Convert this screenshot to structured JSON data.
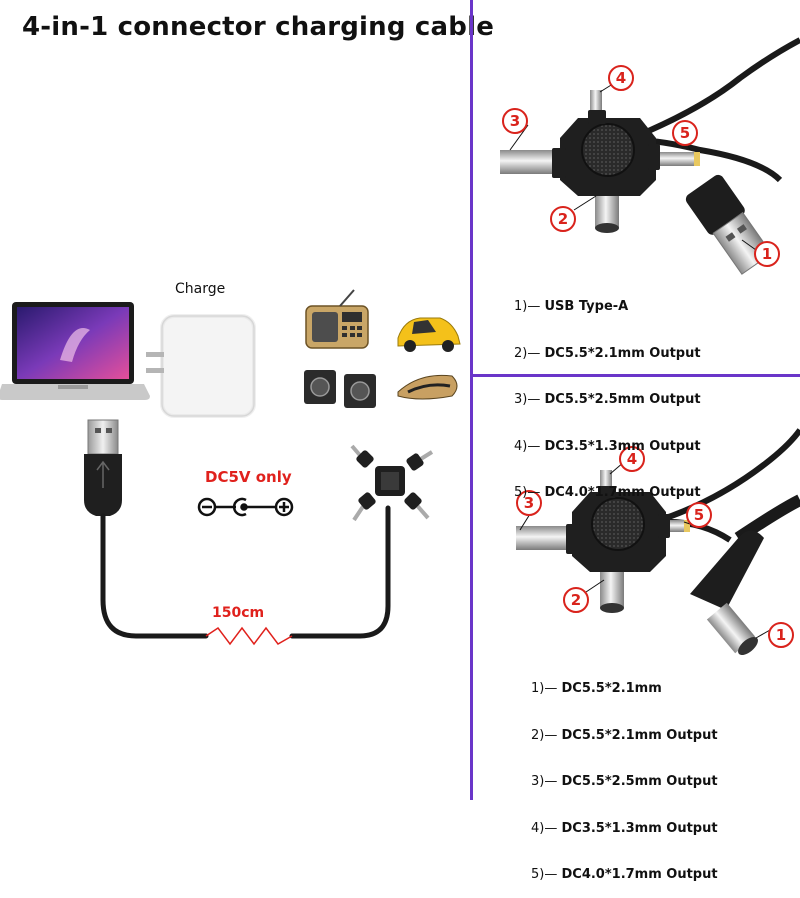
{
  "title": "4-in-1 connector charging cable",
  "left_panel": {
    "charge_label": "Charge",
    "voltage_label": "DC5V only",
    "length_label": "150cm"
  },
  "top_right": {
    "callouts": [
      "1",
      "2",
      "3",
      "4",
      "5"
    ],
    "specs": [
      {
        "num": "1)— ",
        "text": "USB Type-A"
      },
      {
        "num": "2)— ",
        "text": "DC5.5*2.1mm Output"
      },
      {
        "num": "3)— ",
        "text": "DC5.5*2.5mm Output"
      },
      {
        "num": "4)— ",
        "text": "DC3.5*1.3mm Output"
      },
      {
        "num": "5)— ",
        "text": "DC4.0*1.7mm Output"
      }
    ]
  },
  "bottom_right": {
    "callouts": [
      "1",
      "2",
      "3",
      "4",
      "5"
    ],
    "specs": [
      {
        "num": "1)— ",
        "text": "DC5.5*2.1mm"
      },
      {
        "num": "2)— ",
        "text": "DC5.5*2.1mm Output"
      },
      {
        "num": "3)— ",
        "text": "DC5.5*2.5mm Output"
      },
      {
        "num": "4)— ",
        "text": "DC3.5*1.3mm Output"
      },
      {
        "num": "5)— ",
        "text": "DC4.0*1.7mm Output"
      }
    ]
  },
  "colors": {
    "accent": "#6a35c9",
    "callout": "#d9231c",
    "label_red": "#e0211c"
  }
}
